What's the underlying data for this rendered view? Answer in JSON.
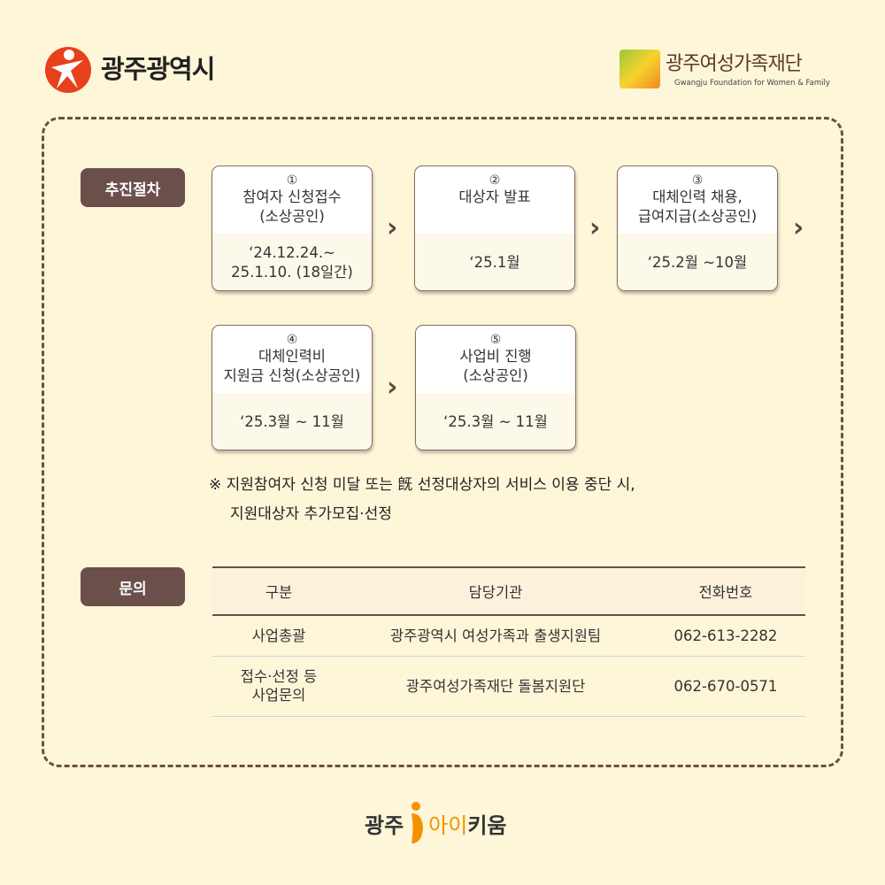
{
  "header": {
    "left_logo": "광주광역시",
    "right_logo": "광주여성가족재단",
    "right_logo_sub": "Gwangju Foundation for Women & Family"
  },
  "procedure": {
    "label": "추진절차",
    "steps": [
      {
        "num": "①",
        "title": [
          "참여자 신청접수",
          "(소상공인)"
        ],
        "period": [
          "‘24.12.24.~",
          "25.1.10. (18일간)"
        ]
      },
      {
        "num": "②",
        "title": [
          "대상자 발표",
          ""
        ],
        "period": [
          "‘25.1월",
          ""
        ]
      },
      {
        "num": "③",
        "title": [
          "대체인력 채용,",
          "급여지급(소상공인)"
        ],
        "period": [
          "‘25.2월 ~10월",
          ""
        ]
      },
      {
        "num": "④",
        "title": [
          "대체인력비",
          "지원금 신청(소상공인)"
        ],
        "period": [
          "‘25.3월 ~ 11월",
          ""
        ]
      },
      {
        "num": "⑤",
        "title": [
          "사업비 진행",
          "(소상공인)"
        ],
        "period": [
          "‘25.3월 ~ 11월",
          ""
        ]
      }
    ],
    "arrow": "›",
    "note": [
      "※ 지원참여자 신청 미달 또는 旣 선정대상자의 서비스 이용 중단 시,",
      "지원대상자 추가모집·선정"
    ]
  },
  "inquiry": {
    "label": "문의",
    "headers": [
      "구분",
      "담당기관",
      "전화번호"
    ],
    "rows": [
      [
        "사업총괄",
        "광주광역시 여성가족과 출생지원팀",
        "062-613-2282"
      ],
      [
        "접수·선정 등",
        "사업문의",
        "광주여성가족재단 돌봄지원단",
        "062-670-0571"
      ]
    ]
  },
  "footer": {
    "a": "광주",
    "b": "아이",
    "c": "키움"
  }
}
